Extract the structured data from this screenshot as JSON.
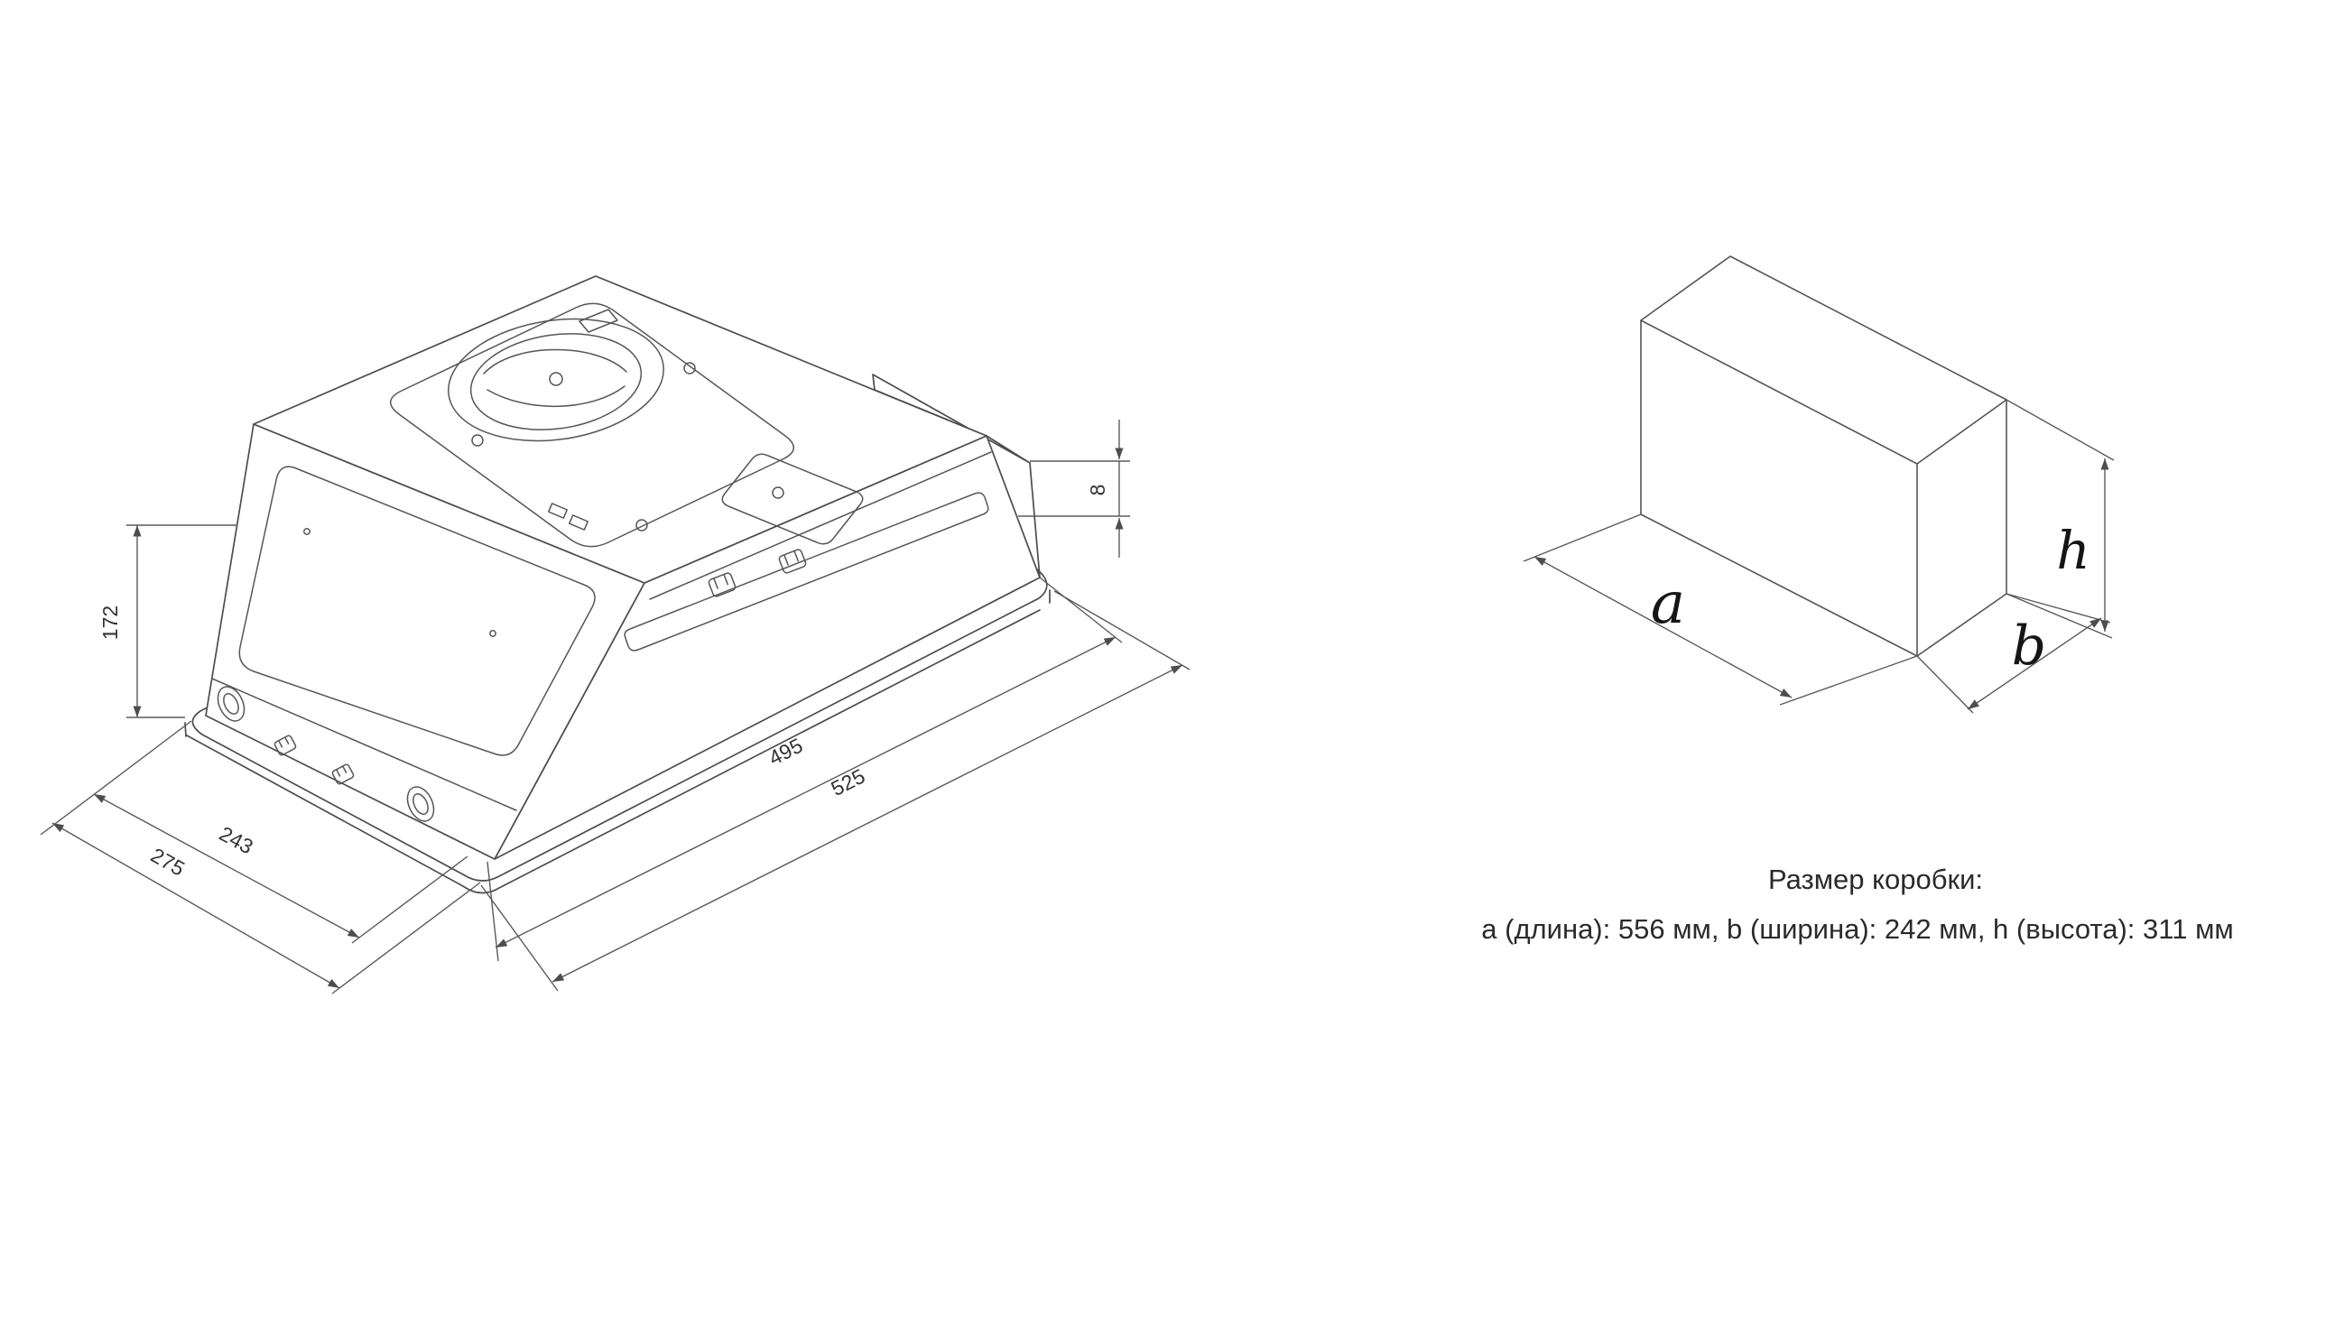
{
  "dimensions": {
    "height": "172",
    "width_inner": "243",
    "width_outer": "275",
    "length_inner": "495",
    "length_outer": "525",
    "flange_lip": "8"
  },
  "box_labels": {
    "length": "a",
    "width": "b",
    "height": "h"
  },
  "caption": {
    "title": "Размер коробки:",
    "details": "a (длина): 556 мм, b (ширина): 242 мм, h (высота): 311 мм"
  }
}
